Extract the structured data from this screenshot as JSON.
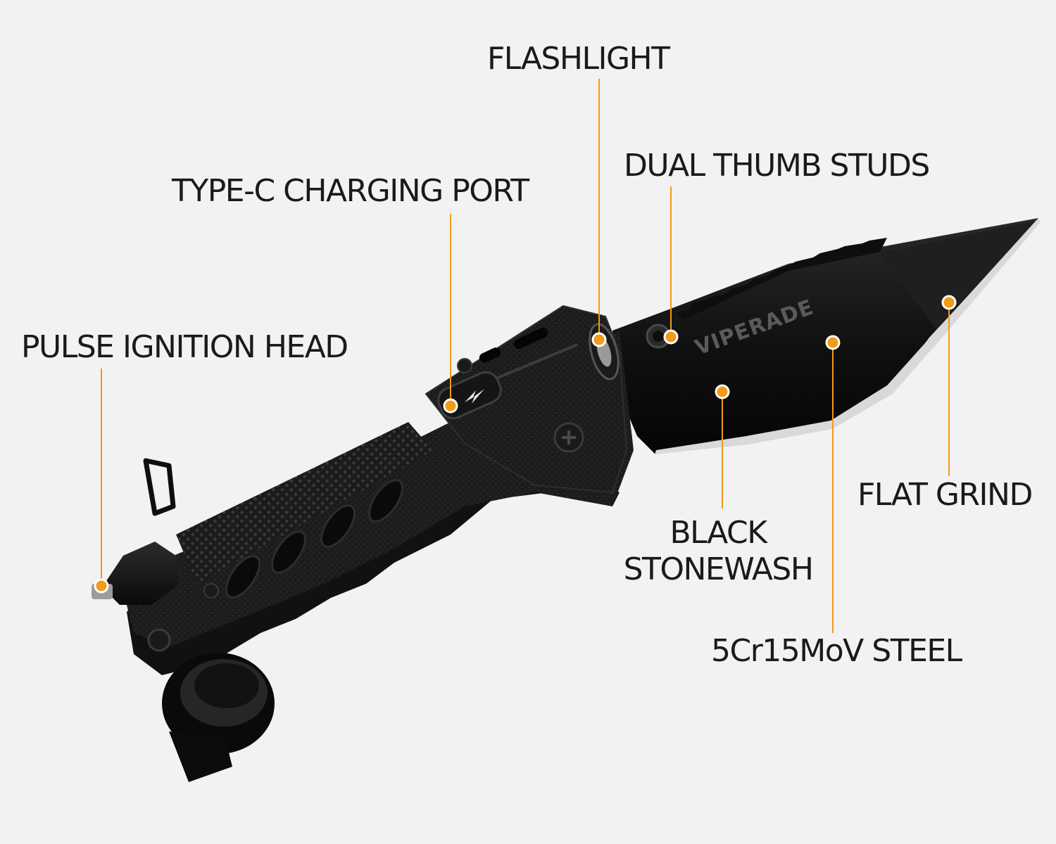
{
  "product": {
    "brand_engraving": "VIPERADE"
  },
  "callouts": [
    {
      "id": "flashlight",
      "text": "FLASHLIGHT"
    },
    {
      "id": "dual-thumb-studs",
      "text": "DUAL THUMB STUDS"
    },
    {
      "id": "type-c-charging-port",
      "text": "TYPE-C CHARGING PORT"
    },
    {
      "id": "pulse-ignition-head",
      "text": "PULSE IGNITION HEAD"
    },
    {
      "id": "flat-grind",
      "text": "FLAT GRIND"
    },
    {
      "id": "black-stonewash",
      "lines": [
        "BLACK",
        "STONEWASH"
      ]
    },
    {
      "id": "steel",
      "text": "5Cr15MoV STEEL"
    }
  ],
  "colors": {
    "background": "#f2f2f2",
    "callout_accent": "#f29a1a",
    "knife_body": "#141414",
    "label_text": "#1a1a1a"
  }
}
